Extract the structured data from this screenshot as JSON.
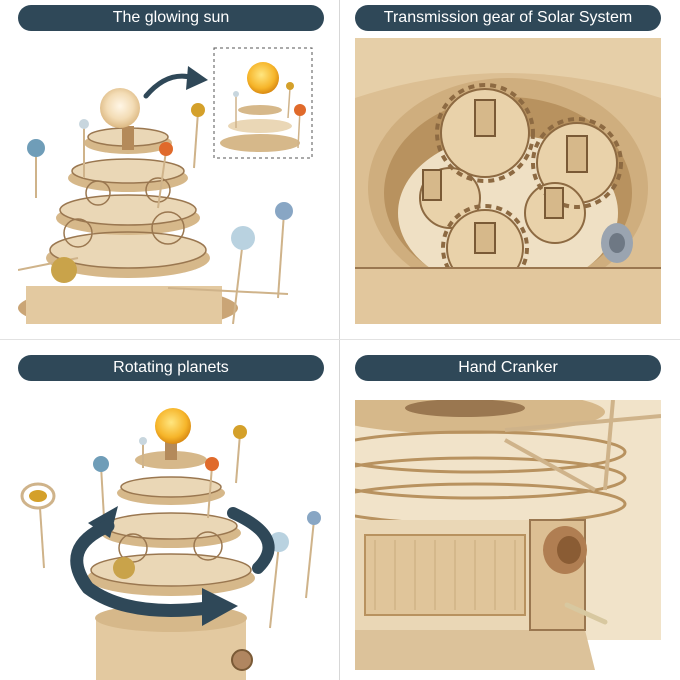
{
  "panels": [
    {
      "title": "The glowing sun"
    },
    {
      "title": "Transmission gear of Solar System"
    },
    {
      "title": "Rotating planets"
    },
    {
      "title": "Hand Cranker"
    }
  ],
  "colors": {
    "pill_bg": "#2f4858",
    "pill_text": "#ffffff",
    "wood_light": "#ead7b6",
    "wood_mid": "#d6b88a",
    "wood_dark": "#9a7750",
    "sun": "#f6c23e",
    "arrow": "#2f4858"
  },
  "planet_colors": [
    "#6f9db8",
    "#b9cdd6",
    "#e3d2b2",
    "#e06a2b",
    "#d4a02a",
    "#88a6c4",
    "#c9a34a"
  ]
}
